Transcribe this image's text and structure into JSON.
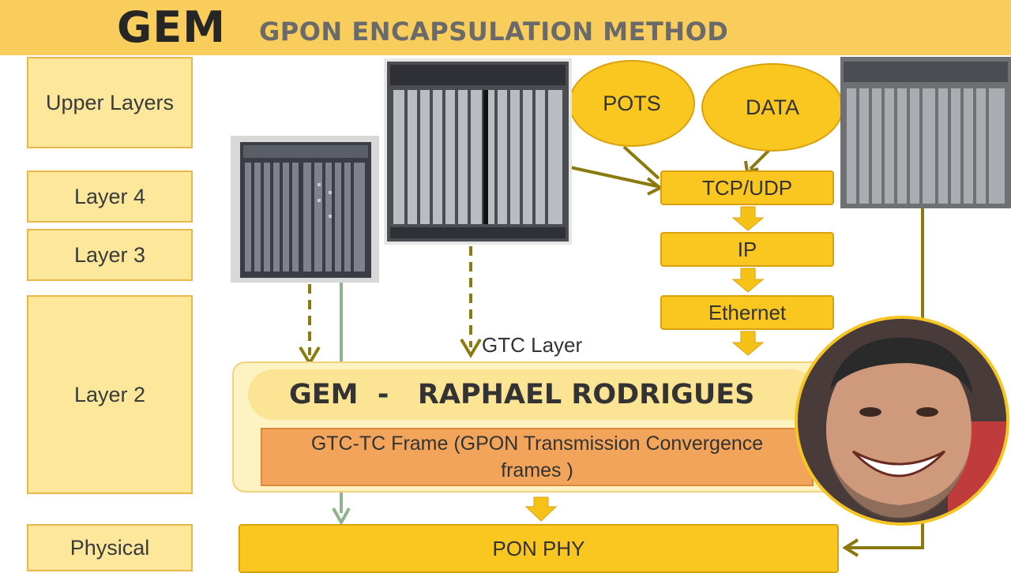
{
  "header": {
    "title": "GEM",
    "subtitle": "GPON ENCAPSULATION METHOD"
  },
  "layers": [
    {
      "label": "Upper Layers"
    },
    {
      "label": "Layer 4"
    },
    {
      "label": "Layer 3"
    },
    {
      "label": "Layer 2"
    },
    {
      "label": "Physical"
    }
  ],
  "stack": {
    "pots": "POTS",
    "data": "DATA",
    "tcp_udp": "TCP/UDP",
    "ip": "IP",
    "ethernet": "Ethernet"
  },
  "gtc_layer_label": "GTC  Layer",
  "banner": "GEM  -   RAPHAEL RODRIGUES",
  "gtc_frame": {
    "line1": "GTC-TC Frame (GPON Transmission Convergence",
    "line2": "frames )"
  },
  "pon_phy": "PON PHY",
  "colors": {
    "header_bg": "#f8cd5c",
    "stack_fill": "#fac620",
    "arrow": "#bfa000",
    "frame_fill": "#f2a55a"
  }
}
